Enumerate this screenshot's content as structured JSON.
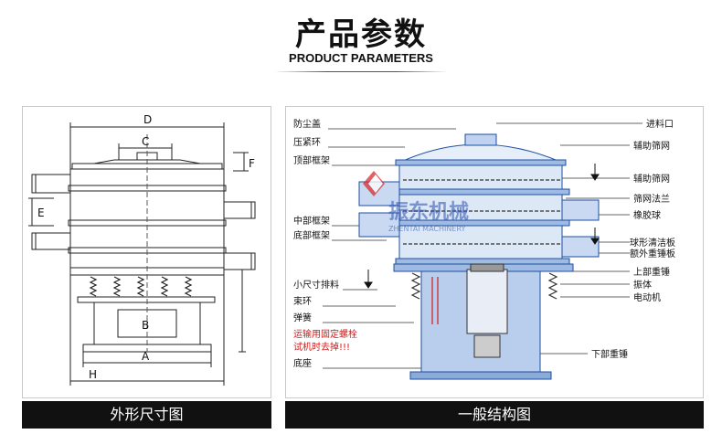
{
  "header": {
    "title": "产品参数",
    "subtitle": "PRODUCT PARAMETERS"
  },
  "left_panel": {
    "caption": "外形尺寸图",
    "dims": [
      "D",
      "C",
      "F",
      "E",
      "B",
      "A",
      "H"
    ]
  },
  "right_panel": {
    "caption": "一般结构图",
    "labels_left": [
      "防尘盖",
      "压紧环",
      "顶部框架",
      "中部框架",
      "底部框架",
      "小尺寸排料",
      "束环",
      "弹簧",
      "运输用固定螺栓",
      "试机时去掉!!!",
      "底座"
    ],
    "labels_right": [
      "进料口",
      "辅助筛网",
      "辅助筛网",
      "筛网法兰",
      "橡胶球",
      "球形清洁板",
      "额外重锤板",
      "上部重锤",
      "振体",
      "电动机",
      "下部重锤"
    ]
  },
  "watermark": {
    "brand": "振东机械",
    "sub": "ZHENTAI MACHINERY"
  },
  "colors": {
    "warning_text": "#d11a1a",
    "drawing_blue": "#1e4fa0",
    "watermark_red": "#d62f2f",
    "watermark_blue": "#2a4fb0"
  }
}
